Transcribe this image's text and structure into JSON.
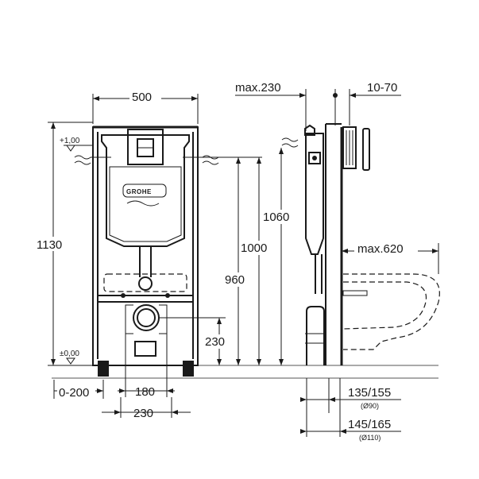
{
  "front_view": {
    "width_label": "500",
    "height_label": "1130",
    "level_top_label": "+1,00",
    "level_zero_label": "±0,00",
    "dim_1060": "1060",
    "dim_1000": "1000",
    "dim_960": "960",
    "dim_230_height": "230",
    "dim_0_200": "0-200",
    "dim_180": "180",
    "dim_230_width": "230",
    "brand": "GROHE"
  },
  "side_view": {
    "max_230_label": "max.230",
    "dim_10_70": "10-70",
    "max_620_label": "max.620",
    "dim_135_155": "135/155",
    "dim_d90": "(Ø90)",
    "dim_145_165": "145/165",
    "dim_d110": "(Ø110)"
  }
}
